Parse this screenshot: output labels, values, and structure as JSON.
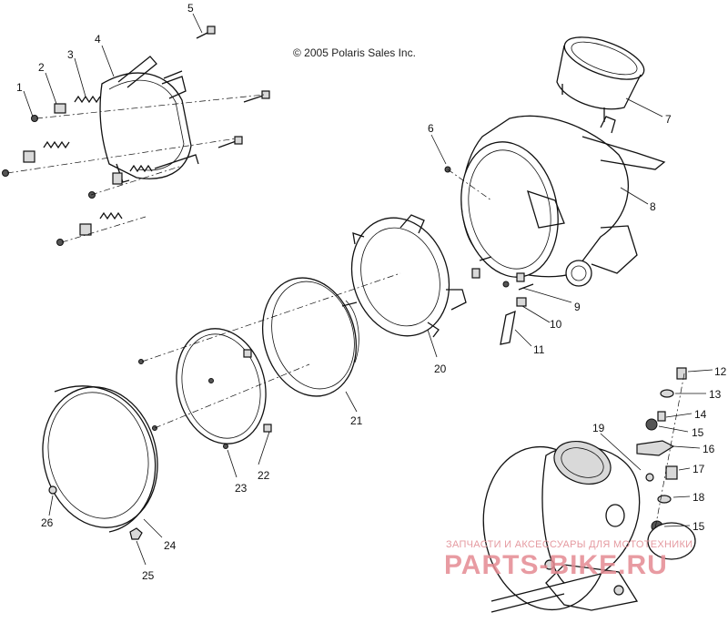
{
  "diagram": {
    "copyright": "© 2005 Polaris Sales Inc.",
    "watermark_top": "ЗАПЧАСТИ И АКСЕССУАРЫ ДЛЯ МОТОТЕХНИКИ",
    "watermark_logo": "PARTS-BIKE.RU",
    "callouts": {
      "c1": "1",
      "c2": "2",
      "c3": "3",
      "c4": "4",
      "c5": "5",
      "c6": "6",
      "c7": "7",
      "c8": "8",
      "c9": "9",
      "c10": "10",
      "c11": "11",
      "c12": "12",
      "c13": "13",
      "c14": "14",
      "c15a": "15",
      "c15b": "15",
      "c16": "16",
      "c17": "17",
      "c18": "18",
      "c19": "19",
      "c20": "20",
      "c21": "21",
      "c22": "22",
      "c23": "23",
      "c24": "24",
      "c25": "25",
      "c26": "26"
    }
  }
}
